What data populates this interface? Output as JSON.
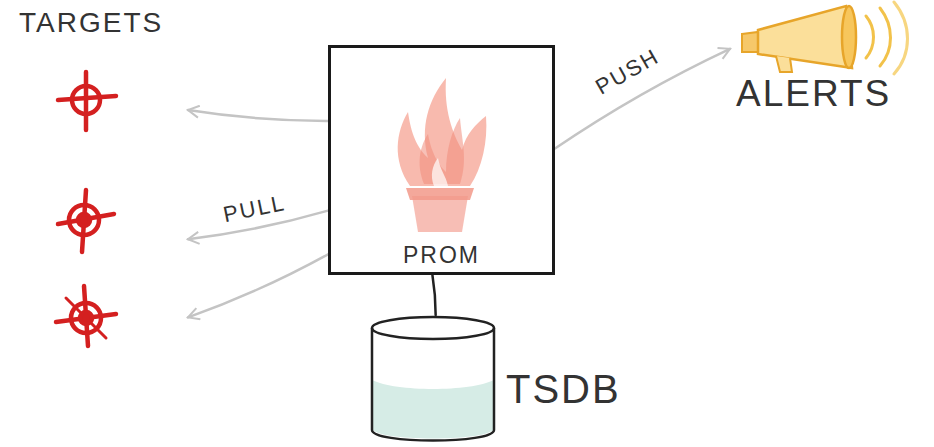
{
  "diagram": {
    "nodes": [
      {
        "text": [
          "TARGETS"
        ]
      },
      {
        "text": [
          "PROM"
        ]
      },
      {
        "text": [
          "ALERTS"
        ]
      },
      {
        "text": [
          "TSDB"
        ]
      }
    ],
    "edges": [
      {
        "from": 1,
        "to": 0,
        "arrow": "to"
      },
      {
        "from": 1,
        "to": 0,
        "label": "PULL",
        "arrow": "to"
      },
      {
        "from": 1,
        "to": 0,
        "arrow": "to"
      },
      {
        "from": 1,
        "to": 2,
        "label": "PUSH",
        "arrow": "to"
      },
      {
        "from": 1,
        "to": 3,
        "arrow": "none"
      }
    ]
  }
}
